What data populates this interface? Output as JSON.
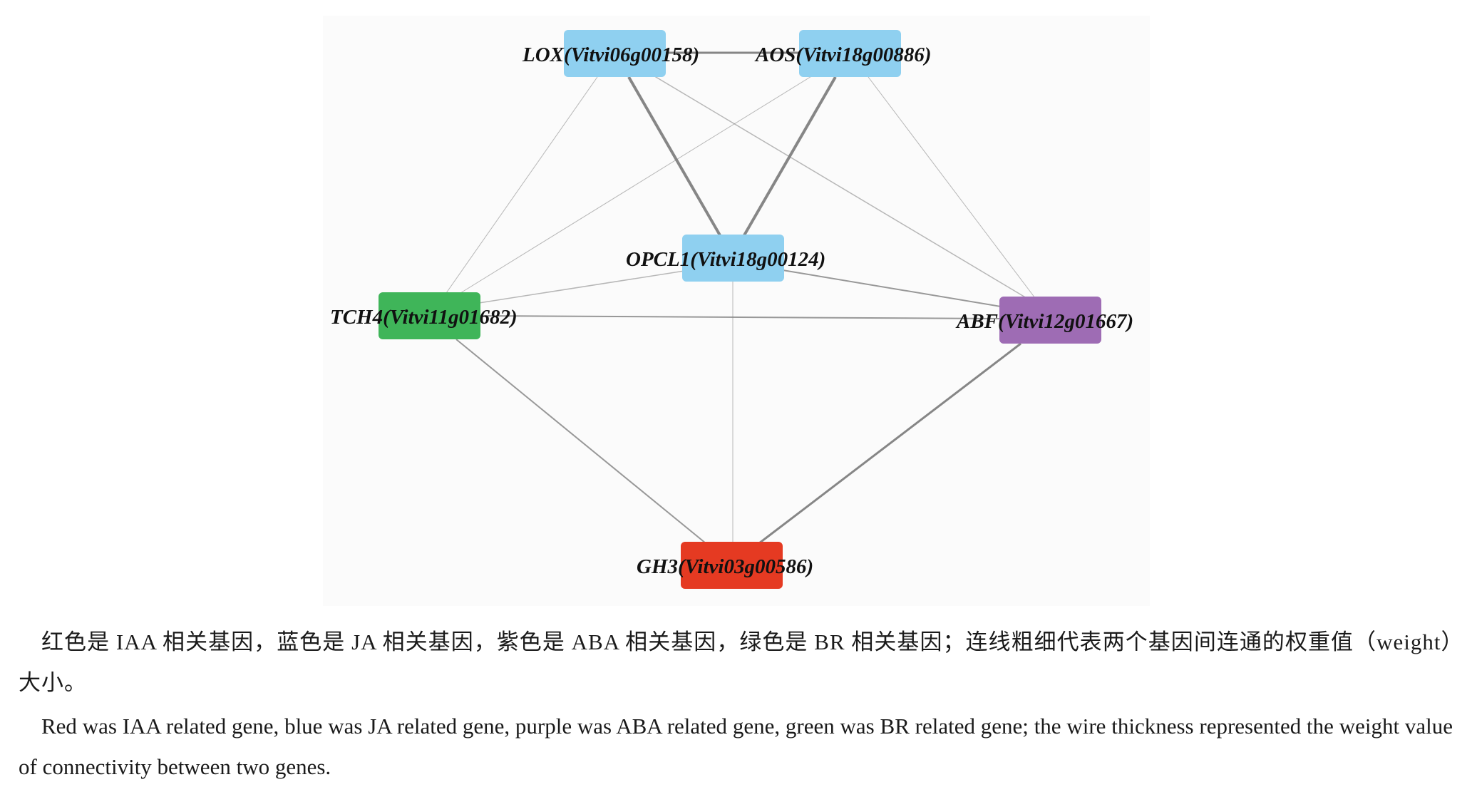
{
  "colors": {
    "background_panel": "#fbfbfb",
    "JA": "#8fd0f0",
    "BR": "#3fb559",
    "ABA": "#9e6cb4",
    "IAA": "#e53a22",
    "edge": "#7f7f7f"
  },
  "nodes": [
    {
      "id": "LOX",
      "label": "LOX(Vitvi06g00158)",
      "group": "JA"
    },
    {
      "id": "AOS",
      "label": "AOS(Vitvi18g00886)",
      "group": "JA"
    },
    {
      "id": "OPCL1",
      "label": "OPCL1(Vitvi18g00124)",
      "group": "JA"
    },
    {
      "id": "TCH4",
      "label": "TCH4(Vitvi11g01682)",
      "group": "BR"
    },
    {
      "id": "ABF",
      "label": "ABF(Vitvi12g01667)",
      "group": "ABA"
    },
    {
      "id": "GH3",
      "label": "GH3(Vitvi03g00586)",
      "group": "IAA"
    }
  ],
  "edges": [
    {
      "source": "LOX",
      "target": "AOS",
      "weight": 3
    },
    {
      "source": "LOX",
      "target": "OPCL1",
      "weight": 4
    },
    {
      "source": "AOS",
      "target": "OPCL1",
      "weight": 4
    },
    {
      "source": "LOX",
      "target": "TCH4",
      "weight": 1
    },
    {
      "source": "LOX",
      "target": "ABF",
      "weight": 1.5
    },
    {
      "source": "AOS",
      "target": "TCH4",
      "weight": 1
    },
    {
      "source": "AOS",
      "target": "ABF",
      "weight": 1
    },
    {
      "source": "OPCL1",
      "target": "TCH4",
      "weight": 1.5
    },
    {
      "source": "OPCL1",
      "target": "ABF",
      "weight": 2
    },
    {
      "source": "OPCL1",
      "target": "GH3",
      "weight": 1
    },
    {
      "source": "TCH4",
      "target": "ABF",
      "weight": 2
    },
    {
      "source": "TCH4",
      "target": "GH3",
      "weight": 2
    },
    {
      "source": "ABF",
      "target": "GH3",
      "weight": 3
    }
  ],
  "caption": {
    "chinese": "红色是 IAA 相关基因，蓝色是 JA 相关基因，紫色是 ABA 相关基因，绿色是 BR 相关基因；连线粗细代表两个基因间连通的权重值（weight）大小。",
    "english": "Red was IAA related gene, blue was JA related gene, purple was ABA related gene, green was BR related gene; the wire thickness represented the weight value of connectivity between two genes."
  }
}
